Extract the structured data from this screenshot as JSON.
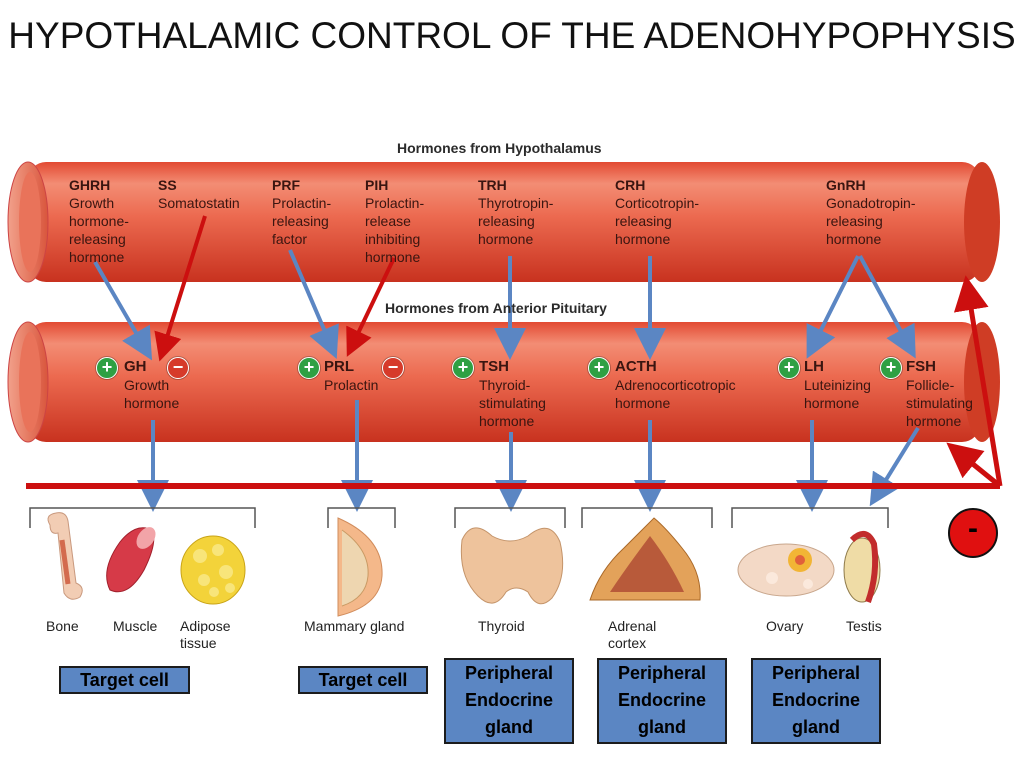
{
  "title": "HYPOTHALAMIC CONTROL OF THE ADENOHYPOPHYSIS",
  "hypothalamus_label": "Hormones from Hypothalamus",
  "pituitary_label": "Hormones from Anterior Pituitary",
  "hypothalamic_hormones": [
    {
      "abbr": "GHRH",
      "name": "Growth\nhormone-\nreleasing\nhormone"
    },
    {
      "abbr": "SS",
      "name": "Somatostatin"
    },
    {
      "abbr": "PRF",
      "name": "Prolactin-\nreleasing\nfactor"
    },
    {
      "abbr": "PIH",
      "name": "Prolactin-\nrelease\ninhibiting\nhormone"
    },
    {
      "abbr": "TRH",
      "name": "Thyrotropin-\nreleasing\nhormone"
    },
    {
      "abbr": "CRH",
      "name": "Corticotropin-\nreleasing\nhormone"
    },
    {
      "abbr": "GnRH",
      "name": "Gonadotropin-\nreleasing\nhormone"
    }
  ],
  "pituitary_hormones": [
    {
      "abbr": "GH",
      "name": "Growth\nhormone"
    },
    {
      "abbr": "PRL",
      "name": "Prolactin"
    },
    {
      "abbr": "TSH",
      "name": "Thyroid-\nstimulating\nhormone"
    },
    {
      "abbr": "ACTH",
      "name": "Adrenocorticotropic\nhormone"
    },
    {
      "abbr": "LH",
      "name": "Luteinizing\nhormone"
    },
    {
      "abbr": "FSH",
      "name": "Follicle-\nstimulating\nhormone"
    }
  ],
  "signs": {
    "plus": "+",
    "minus": "−"
  },
  "targets": [
    {
      "name": "Bone"
    },
    {
      "name": "Muscle"
    },
    {
      "name": "Adipose\ntissue"
    },
    {
      "name": "Mammary gland"
    },
    {
      "name": "Thyroid"
    },
    {
      "name": "Adrenal\ncortex"
    },
    {
      "name": "Ovary"
    },
    {
      "name": "Testis"
    }
  ],
  "boxes": [
    {
      "label": "Target cell"
    },
    {
      "label": "Target cell"
    },
    {
      "label": "Peripheral\nEndocrine\ngland"
    },
    {
      "label": "Peripheral\nEndocrine\ngland"
    },
    {
      "label": "Peripheral\nEndocrine\ngland"
    }
  ],
  "feedback_sign": "-",
  "colors": {
    "vessel": "#e8583e",
    "vessel_highlight": "#f49a82",
    "blue_arrow": "#5b86c3",
    "red_arrow": "#cc0f0f",
    "label_box": "#5b86c3",
    "plus": "#2fa043",
    "minus": "#d63a2a"
  }
}
